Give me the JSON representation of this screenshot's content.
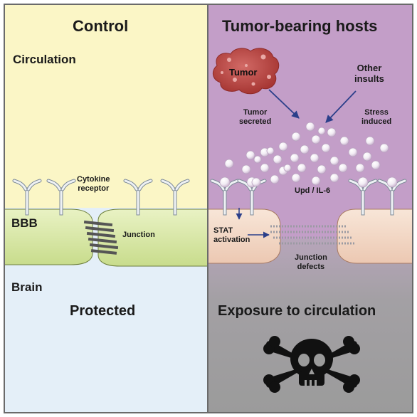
{
  "control": {
    "title": "Control",
    "circulation_label": "Circulation",
    "cytokine_receptor": [
      "Cytokine",
      "receptor"
    ],
    "bbb_label": "BBB",
    "junction_label": "Junction",
    "brain_label": "Brain",
    "protected_label": "Protected"
  },
  "tumor": {
    "title": "Tumor-bearing hosts",
    "tumor_label": "Tumor",
    "other_insults": [
      "Other",
      "insults"
    ],
    "tumor_secreted": [
      "Tumor",
      "secreted"
    ],
    "stress_induced": [
      "Stress",
      "induced"
    ],
    "upd_label": "Upd / IL-6",
    "stat_activation": [
      "STAT",
      "activation"
    ],
    "junction_defects": [
      "Junction",
      "defects"
    ],
    "exposure_label": "Exposure to circulation"
  },
  "icons": {
    "skull": "skull-and-crossbones-icon",
    "receptor": "y-shaped-receptor-icon"
  },
  "colors": {
    "control_circulation_bg": "#fbf6c6",
    "control_brain_bg": "#e4eff8",
    "tumor_bg": "#c39ec8",
    "tumor_brain_bg": "#9d9d9d",
    "bbb_cell": "#d7e6a4",
    "tumor_cell": "#f3d9c7",
    "tumor_mass": "#b0413e",
    "arrow": "#2b3f8a"
  }
}
